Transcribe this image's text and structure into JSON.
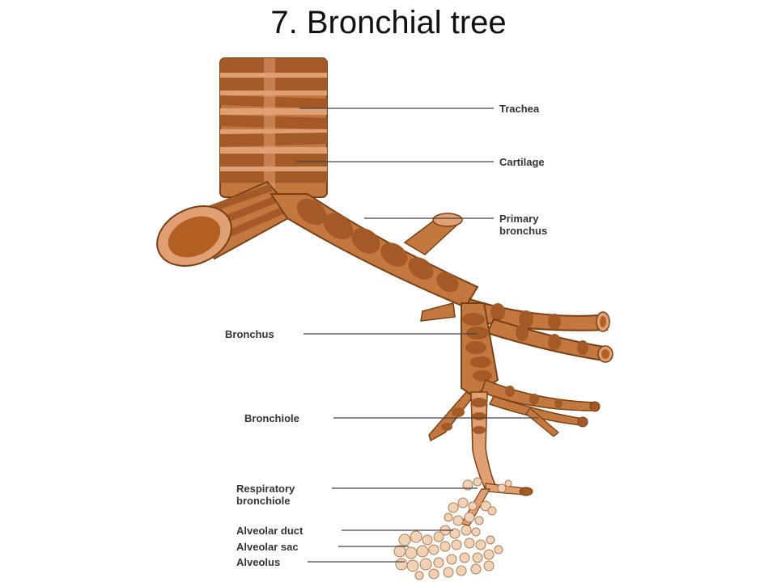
{
  "slide": {
    "title": "7. Bronchial tree"
  },
  "colors": {
    "tube_light": "#e1a073",
    "tube_mid": "#c37840",
    "ring_dark": "#a45a26",
    "outline": "#7a3f14",
    "alveolus": "#f0d2b6",
    "text": "#333333"
  },
  "labels": {
    "trachea": "Trachea",
    "cartilage": "Cartilage",
    "primary_bronchus_1": "Primary",
    "primary_bronchus_2": "bronchus",
    "bronchus": "Bronchus",
    "bronchiole": "Bronchiole",
    "respiratory_bronchiole_1": "Respiratory",
    "respiratory_bronchiole_2": "bronchiole",
    "alveolar_duct": "Alveolar duct",
    "alveolar_sac": "Alveolar sac",
    "alveolus": "Alveolus"
  }
}
